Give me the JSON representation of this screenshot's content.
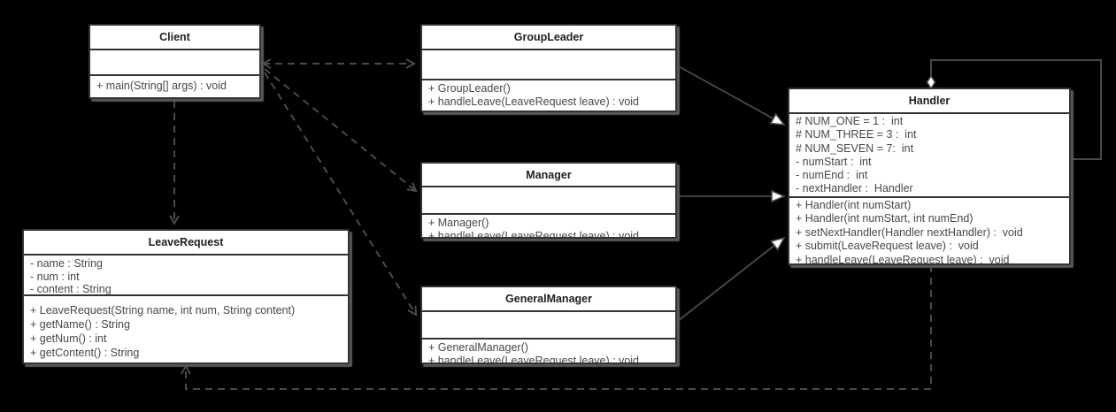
{
  "diagram": {
    "kind": "uml-class-diagram",
    "colors": {
      "bg": "#000000",
      "line": "#4a4a4a",
      "box-border": "#333333",
      "box-fill": "#ffffff",
      "title-text": "#1f1f1f",
      "member-text": "#484848",
      "shadow": "#575757"
    }
  },
  "classes": {
    "client": {
      "title": "Client",
      "attributes": [],
      "methods": [
        "+ main(String[] args) : void"
      ]
    },
    "groupleader": {
      "title": "GroupLeader",
      "attributes": [],
      "methods": [
        "+ GroupLeader()",
        "+ handleLeave(LeaveRequest leave) : void"
      ]
    },
    "manager": {
      "title": "Manager",
      "attributes": [],
      "methods": [
        "+ Manager()",
        "+ handleLeave(LeaveRequest leave) : void"
      ]
    },
    "generalmanager": {
      "title": "GeneralManager",
      "attributes": [],
      "methods": [
        "+ GeneralManager()",
        "+ handleLeave(LeaveRequest leave) : void"
      ]
    },
    "handler": {
      "title": "Handler",
      "attributes": [
        "# NUM_ONE = 1 :  int",
        "# NUM_THREE = 3 :  int",
        "# NUM_SEVEN = 7:  int",
        "- numStart :  int",
        "- numEnd :  int",
        "- nextHandler :  Handler"
      ],
      "methods": [
        "+ Handler(int numStart)",
        "+ Handler(int numStart, int numEnd)",
        "+ setNextHandler(Handler nextHandler) :  void",
        "+ submit(LeaveRequest leave) :  void",
        "+ handleLeave(LeaveRequest leave) :  void"
      ]
    },
    "leaverequest": {
      "title": "LeaveRequest",
      "attributes": [
        "- name : String",
        "- num : int",
        "- content : String"
      ],
      "methods": [
        "+ LeaveRequest(String name, int num, String content)",
        "+ getName() : String",
        "+ getNum() : int",
        "+ getContent() : String"
      ]
    }
  },
  "relationships": [
    {
      "from": "Client",
      "to": "GroupLeader",
      "type": "dependency"
    },
    {
      "from": "Client",
      "to": "Manager",
      "type": "dependency"
    },
    {
      "from": "Client",
      "to": "GeneralManager",
      "type": "dependency"
    },
    {
      "from": "Client",
      "to": "LeaveRequest",
      "type": "dependency"
    },
    {
      "from": "GroupLeader",
      "to": "Handler",
      "type": "generalization"
    },
    {
      "from": "Manager",
      "to": "Handler",
      "type": "generalization"
    },
    {
      "from": "GeneralManager",
      "to": "Handler",
      "type": "generalization"
    },
    {
      "from": "Handler",
      "to": "Handler",
      "type": "self-aggregation"
    },
    {
      "from": "Handler",
      "to": "LeaveRequest",
      "type": "dependency"
    }
  ]
}
